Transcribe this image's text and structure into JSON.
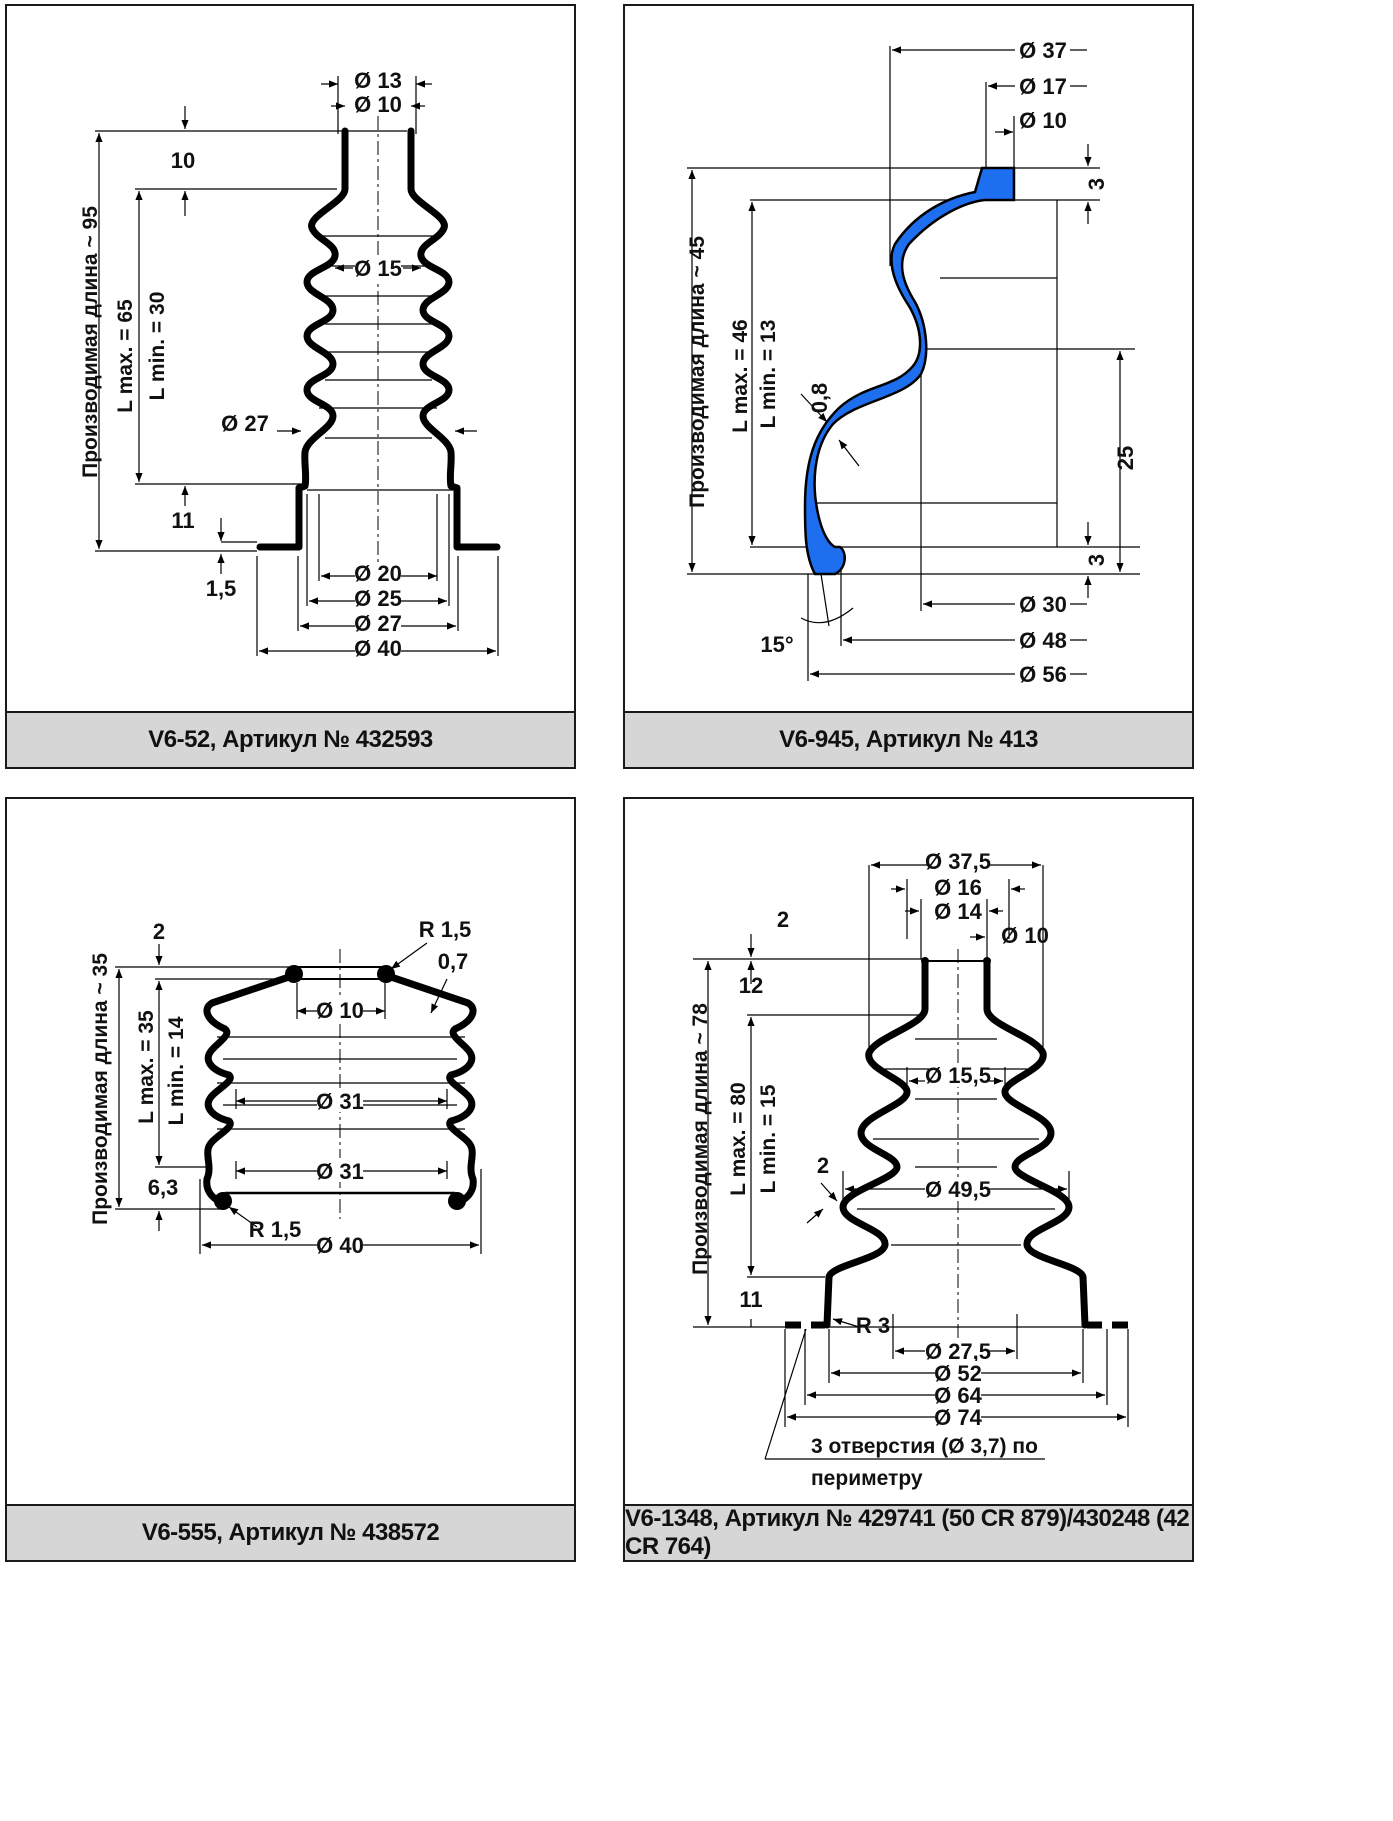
{
  "colors": {
    "caption_bg": "#d6d6d6",
    "highlight": "#1e6ef0",
    "line": "#000000"
  },
  "panels": [
    {
      "caption": "V6-52, Артикул № 432593",
      "labels": {
        "d13": "Ø 13",
        "d10": "Ø 10",
        "h10": "10",
        "d15": "Ø 15",
        "d27a": "Ø 27",
        "length": "Производимая длина ~ 95",
        "lmax": "L max. = 65",
        "lmin": "L min. = 30",
        "h11": "11",
        "h15": "1,5",
        "d20": "Ø 20",
        "d25": "Ø 25",
        "d27b": "Ø 27",
        "d40": "Ø 40"
      }
    },
    {
      "caption": "V6-945, Артикул № 413",
      "labels": {
        "d37": "Ø 37",
        "d17": "Ø 17",
        "d10": "Ø 10",
        "h3a": "3",
        "length": "Производимая длина ~ 45",
        "lmax": "L max. = 46",
        "lmin": "L min. = 13",
        "t08": "0,8",
        "h25": "25",
        "h3b": "3",
        "d30": "Ø 30",
        "angle": "15°",
        "d48": "Ø 48",
        "d56": "Ø 56"
      }
    },
    {
      "caption": "V6-555, Артикул № 438572",
      "labels": {
        "h2": "2",
        "r15a": "R 1,5",
        "t07": "0,7",
        "d10": "Ø 10",
        "length": "Производимая длина ~ 35",
        "lmax": "L max. = 35",
        "lmin": "L min. = 14",
        "d31a": "Ø 31",
        "d31b": "Ø 31",
        "h63": "6,3",
        "r15b": "R 1,5",
        "d40": "Ø 40"
      }
    },
    {
      "caption": "V6-1348, Артикул № 429741 (50 CR 879)/430248 (42 CR 764)",
      "labels": {
        "d375": "Ø 37,5",
        "d16": "Ø 16",
        "d14": "Ø 14",
        "h2": "2",
        "d10": "Ø 10",
        "h12": "12",
        "length": "Производимая длина ~ 78",
        "lmax": "L max. = 80",
        "lmin": "L min. = 15",
        "d155": "Ø 15,5",
        "t2": "2",
        "d495": "Ø 49,5",
        "h11": "11",
        "r3": "R 3",
        "d275": "Ø 27,5",
        "d52": "Ø 52",
        "d64": "Ø 64",
        "d74": "Ø 74",
        "holes1": "3 отверстия (Ø 3,7) по",
        "holes2": "периметру"
      }
    }
  ]
}
